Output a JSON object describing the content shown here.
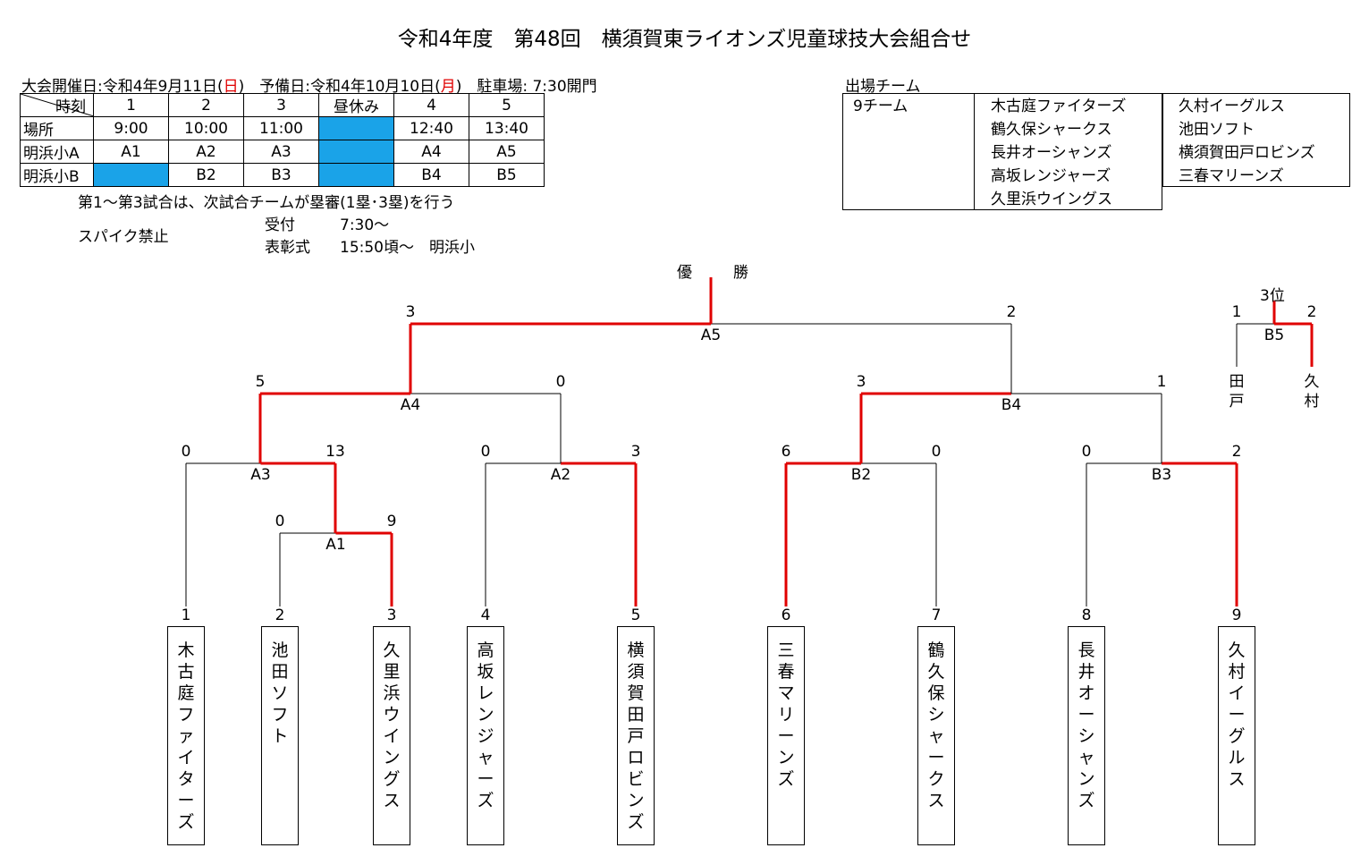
{
  "title": "令和4年度　第48回　横須賀東ライオンズ児童球技大会組合せ",
  "info": {
    "date_prefix": "大会開催日:令和4年9月11日(",
    "date_day": "日",
    "date_suffix": ")　予備日:令和4年10月10日(",
    "reserve_day": "月",
    "reserve_suffix": ")　駐車場:  7:30開門"
  },
  "schedule": {
    "corner_label": "時刻",
    "place_label": "場所",
    "periods": [
      "1",
      "2",
      "3",
      "昼休み",
      "4",
      "5"
    ],
    "times": [
      "9:00",
      "10:00",
      "11:00",
      "",
      "12:40",
      "13:40"
    ],
    "rows": [
      {
        "label": "明浜小A",
        "cells": [
          "A1",
          "A2",
          "A3",
          "",
          "A4",
          "A5"
        ]
      },
      {
        "label": "明浜小B",
        "cells": [
          "",
          "B2",
          "B3",
          "",
          "B4",
          "B5"
        ]
      }
    ],
    "highlight_color": "#1aa3e8"
  },
  "notes": {
    "umpire": "第1〜第3試合は、次試合チームが塁審(1塁･3塁)を行う",
    "spike": "スパイク禁止",
    "reception_label": "受付",
    "reception_time": "7:30〜",
    "ceremony_label": "表彰式",
    "ceremony_time": "15:50頃〜　明浜小"
  },
  "teams_panel": {
    "heading": "出場チーム",
    "count": "9チーム",
    "col1": [
      "木古庭ファイターズ",
      "鶴久保シャークス",
      "長井オーシャンズ",
      "高坂レンジャーズ",
      "久里浜ウイングス"
    ],
    "col2": [
      "久村イーグルス",
      "池田ソフト",
      "横須賀田戸ロビンズ",
      "三春マリーンズ"
    ]
  },
  "bracket": {
    "champion_label_1": "優",
    "champion_label_2": "勝",
    "third_place_label": "3位",
    "slots": [
      {
        "num": "1",
        "name": "木古庭ファイターズ"
      },
      {
        "num": "2",
        "name": "池田ソフト"
      },
      {
        "num": "3",
        "name": "久里浜ウイングス"
      },
      {
        "num": "4",
        "name": "高坂レンジャーズ"
      },
      {
        "num": "5",
        "name": "横須賀田戸ロビンズ"
      },
      {
        "num": "6",
        "name": "三春マリーンズ"
      },
      {
        "num": "7",
        "name": "鶴久保シャークス"
      },
      {
        "num": "8",
        "name": "長井オーシャンズ"
      },
      {
        "num": "9",
        "name": "久村イーグルス"
      }
    ],
    "games": {
      "A1": {
        "label": "A1",
        "left": "0",
        "right": "9"
      },
      "A3": {
        "label": "A3",
        "left": "0",
        "right": "13"
      },
      "A2": {
        "label": "A2",
        "left": "0",
        "right": "3"
      },
      "B2": {
        "label": "B2",
        "left": "6",
        "right": "0"
      },
      "B3": {
        "label": "B3",
        "left": "0",
        "right": "2"
      },
      "A4": {
        "label": "A4",
        "left": "5",
        "right": "0"
      },
      "B4": {
        "label": "B4",
        "left": "3",
        "right": "1"
      },
      "A5": {
        "label": "A5",
        "left": "3",
        "right": "2"
      },
      "B5": {
        "label": "B5",
        "left": "1",
        "right": "2",
        "left_team": "田戸",
        "right_team": "久村"
      }
    },
    "winner_color": "#e00000"
  }
}
